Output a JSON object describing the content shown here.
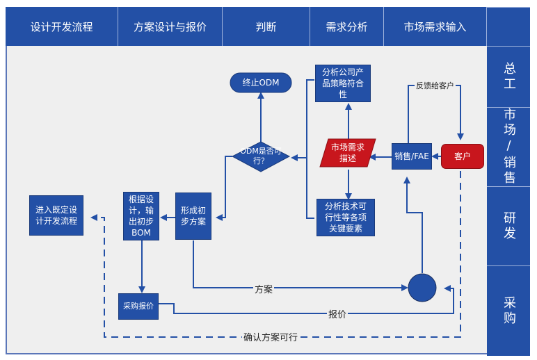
{
  "header": {
    "columns": [
      "设计开发流程",
      "方案设计与报价",
      "判断",
      "需求分析",
      "市场需求输入",
      ""
    ]
  },
  "lanes": [
    "总工",
    "市场/销售",
    "研发",
    "采购"
  ],
  "nodes": {
    "terminate_odm": "终止ODM",
    "odm_feasible": "ODM是否可行？",
    "analyze_strategy": "分析公司产品策略符合性",
    "market_demand": "市场需求描述",
    "sales_fae": "销售/FAE",
    "customer": "客户",
    "analyze_tech": "分析技术可行性等各项关键要素",
    "initial_plan": "形成初步方案",
    "initial_bom": "根据设计，输出初步BOM",
    "enter_dev": "进入既定设计开发流程",
    "purchase_quote": "采购报价"
  },
  "edge_labels": {
    "feedback": "反馈给客户",
    "plan": "方案",
    "quote": "报价",
    "confirm": "确认方案可行"
  },
  "colors": {
    "primary": "#2350a6",
    "accent_red": "#c8161d",
    "background": "#efefef"
  }
}
